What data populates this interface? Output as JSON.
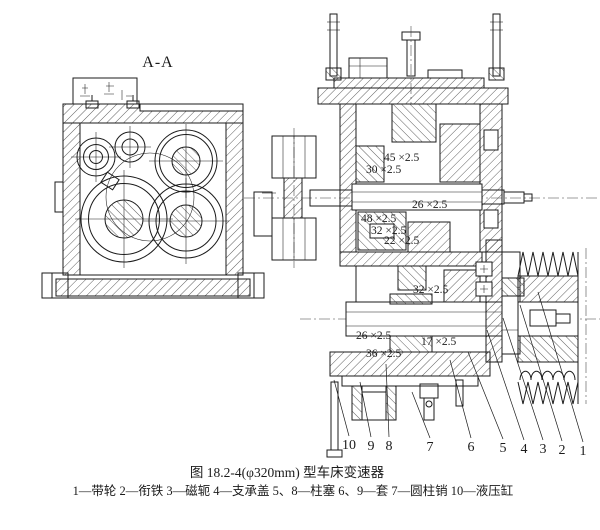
{
  "figure": {
    "view_label": "A-A",
    "caption": {
      "title": "图 18.2-4(φ320mm) 型车床变速器",
      "parts_list": "1—带轮  2—衔铁  3—磁轭  4—支承盖  5、8—柱塞  6、9—套  7—圆柱销   10—液压缸"
    },
    "spline_dimensions": [
      {
        "label": "45 ×2.5"
      },
      {
        "label": "30 ×2.5"
      },
      {
        "label": "26 ×2.5"
      },
      {
        "label": "48 ×2.5"
      },
      {
        "label": "32 ×2.5"
      },
      {
        "label": "22 ×2.5"
      },
      {
        "label": "32 ×2.5"
      },
      {
        "label": "26 ×2.5"
      },
      {
        "label": "17 ×2.5"
      },
      {
        "label": "36 ×2.5"
      }
    ],
    "callouts": [
      {
        "number": "10"
      },
      {
        "number": "9"
      },
      {
        "number": "8"
      },
      {
        "number": "7"
      },
      {
        "number": "6"
      },
      {
        "number": "5"
      },
      {
        "number": "4"
      },
      {
        "number": "3"
      },
      {
        "number": "2"
      },
      {
        "number": "1"
      }
    ]
  },
  "colors": {
    "line": "#1b1b1b",
    "background": "#ffffff"
  }
}
